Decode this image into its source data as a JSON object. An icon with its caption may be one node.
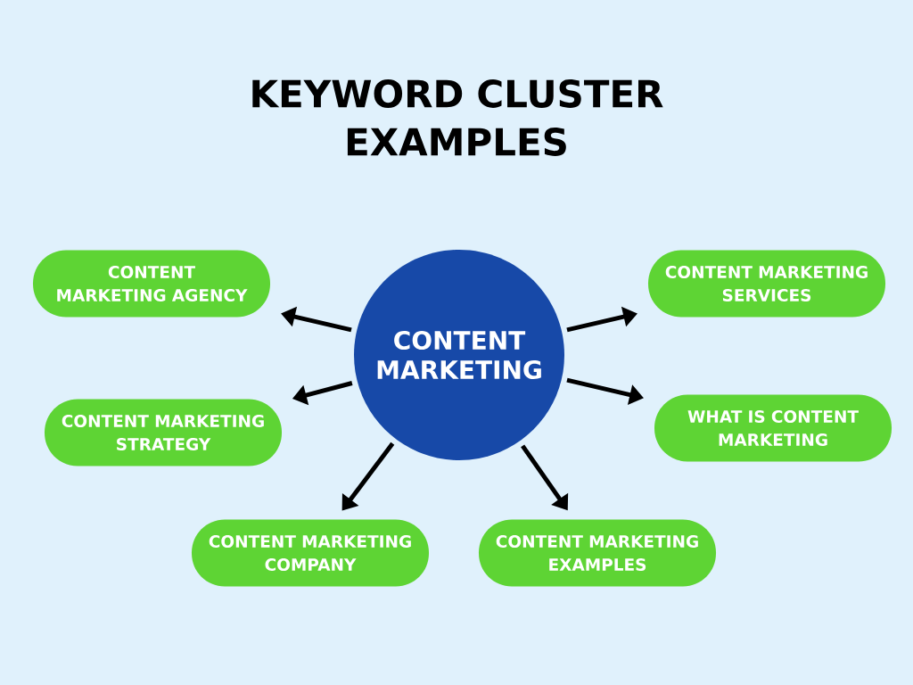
{
  "diagram": {
    "title": "KEYWORD CLUSTER EXAMPLES",
    "nodes": [
      {
        "text": [
          "CONTENT MARKETING"
        ]
      },
      {
        "text": [
          "CONTENT MARKETING AGENCY"
        ]
      },
      {
        "text": [
          "CONTENT MARKETING SERVICES"
        ]
      },
      {
        "text": [
          "CONTENT MARKETING STRATEGY"
        ]
      },
      {
        "text": [
          "WHAT IS CONTENT MARKETING"
        ]
      },
      {
        "text": [
          "CONTENT MARKETING COMPANY"
        ]
      },
      {
        "text": [
          "CONTENT MARKETING EXAMPLES"
        ]
      }
    ],
    "edges": [
      {
        "from": 0,
        "to": 1,
        "arrow": "to"
      },
      {
        "from": 0,
        "to": 2,
        "arrow": "to"
      },
      {
        "from": 0,
        "to": 3,
        "arrow": "to"
      },
      {
        "from": 0,
        "to": 4,
        "arrow": "to"
      },
      {
        "from": 0,
        "to": 5,
        "arrow": "to"
      },
      {
        "from": 0,
        "to": 6,
        "arrow": "to"
      }
    ]
  }
}
